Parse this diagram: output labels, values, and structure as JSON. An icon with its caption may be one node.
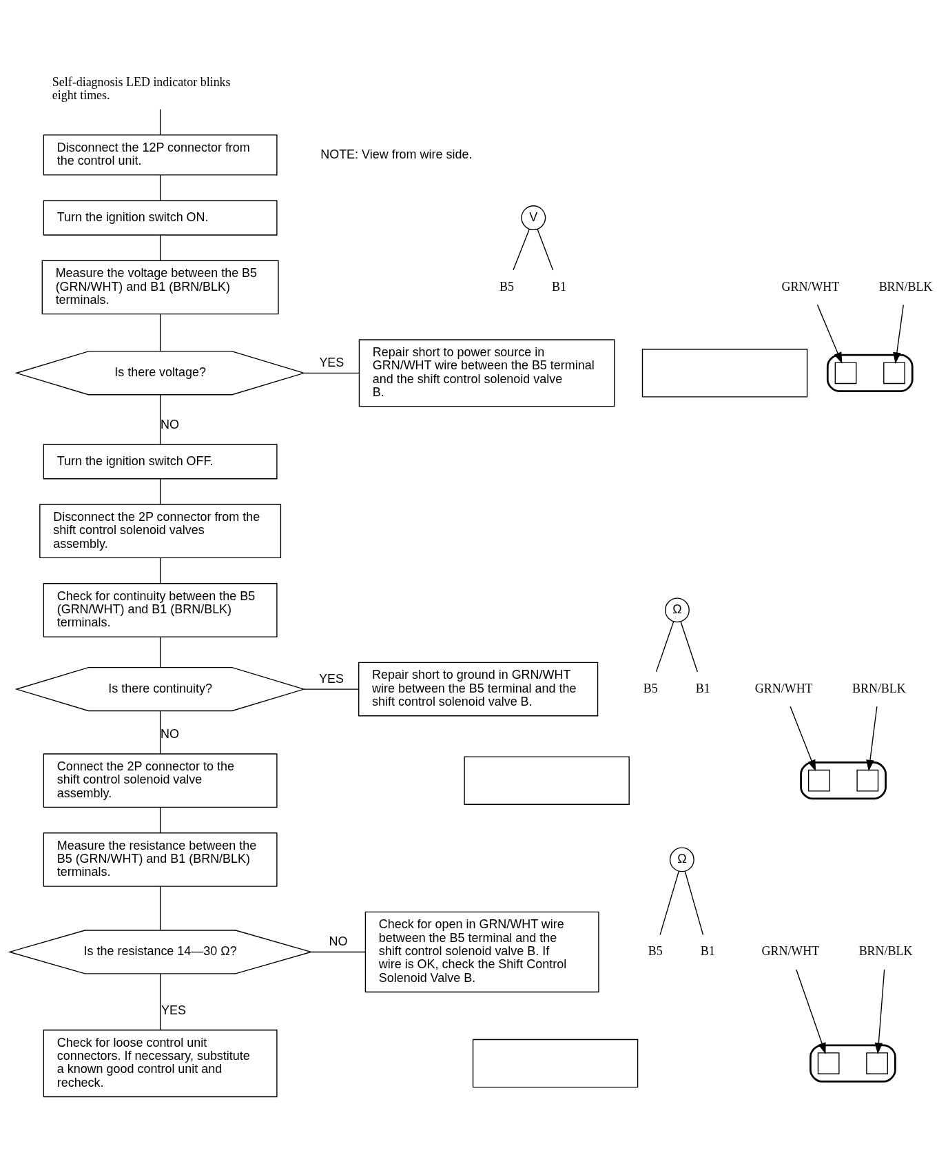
{
  "diagram": {
    "nodes": [
      {
        "text": [
          "Self-diagnosis LED indicator blinks eight times."
        ]
      },
      {
        "text": [
          "Disconnect the 12P connector from the control unit."
        ]
      },
      {
        "text": [
          "Turn the ignition switch ON."
        ]
      },
      {
        "text": [
          "Measure the voltage between the B5 (GRN/WHT) and B1 (BRN/BLK) terminals."
        ]
      },
      {
        "text": [
          "Is there voltage?"
        ]
      },
      {
        "text": [
          "Repair short to power source in GRN/WHT wire between the B5 terminal and the shift control solenoid valve B."
        ]
      },
      {
        "text": [
          "Turn the ignition switch OFF."
        ]
      },
      {
        "text": [
          "Disconnect the 2P connector from the shift control solenoid valves assembly."
        ]
      },
      {
        "text": [
          "Check for continuity between the B5 (GRN/WHT) and B1 (BRN/BLK) terminals."
        ]
      },
      {
        "text": [
          "Is there continuity?"
        ]
      },
      {
        "text": [
          "Repair short to ground in GRN/WHT wire between the B5 terminal and the shift control solenoid valve B."
        ]
      },
      {
        "text": [
          "Connect the 2P connector to the shift control solenoid valve assembly."
        ]
      },
      {
        "text": [
          "Measure the resistance between the B5 (GRN/WHT) and B1 (BRN/BLK) terminals."
        ]
      },
      {
        "text": [
          "Is the resistance 14—30 Ω?"
        ]
      },
      {
        "text": [
          "Check for open in GRN/WHT wire between the B5 terminal and the shift control solenoid valve B. If wire is OK, check the Shift Control Solenoid Valve B."
        ]
      },
      {
        "text": [
          "Check for loose control unit connectors. If necessary, substitute a known good control unit and recheck."
        ]
      },
      {
        "text": [
          "V"
        ]
      },
      {
        "text": [
          "GRN/WHT"
        ]
      },
      {
        "text": [
          "B5"
        ]
      },
      {
        "text": [
          "B1"
        ]
      },
      {
        "text": [
          "BRN/BLK"
        ]
      },
      {
        "text": [],
        "shape": "box"
      },
      {
        "text": [],
        "shape": "box"
      },
      {
        "text": [],
        "shape": "box",
        "in": 22
      },
      {
        "text": [],
        "shape": "box",
        "in": 22
      },
      {
        "text": [
          "Ω"
        ]
      },
      {
        "text": [
          "GRN/WHT"
        ]
      },
      {
        "text": [
          "B5"
        ]
      },
      {
        "text": [
          "B1"
        ]
      },
      {
        "text": [
          "BRN/BLK"
        ]
      },
      {
        "text": [],
        "shape": "box"
      },
      {
        "text": [],
        "shape": "box"
      },
      {
        "text": [],
        "shape": "box",
        "in": 31
      },
      {
        "text": [],
        "shape": "box",
        "in": 31
      },
      {
        "text": [
          "Ω"
        ]
      },
      {
        "text": [
          "GRN/WHT"
        ]
      },
      {
        "text": [
          "B5"
        ]
      },
      {
        "text": [
          "B1"
        ]
      },
      {
        "text": [
          "BRN/BLK"
        ]
      },
      {
        "text": [],
        "shape": "box"
      },
      {
        "text": [],
        "shape": "box"
      },
      {
        "text": [],
        "shape": "box",
        "in": 40
      },
      {
        "text": [],
        "shape": "box",
        "in": 40
      }
    ],
    "edges": [
      {
        "from": 0,
        "to": 1,
        "arrow": "none"
      },
      {
        "from": 1,
        "to": 2,
        "arrow": "none"
      },
      {
        "from": 2,
        "to": 3,
        "arrow": "none"
      },
      {
        "from": 3,
        "to": 4,
        "arrow": "none"
      },
      {
        "from": 4,
        "to": 5,
        "arrow": "none",
        "label": "YES"
      },
      {
        "from": 4,
        "to": 6,
        "arrow": "none",
        "label": "NO"
      },
      {
        "from": 6,
        "to": 7,
        "arrow": "none"
      },
      {
        "from": 7,
        "to": 8,
        "arrow": "none"
      },
      {
        "from": 8,
        "to": 9,
        "arrow": "none"
      },
      {
        "from": 9,
        "to": 10,
        "arrow": "none",
        "label": "YES"
      },
      {
        "from": 9,
        "to": 11,
        "arrow": "none",
        "label": "NO"
      },
      {
        "from": 11,
        "to": 12,
        "arrow": "none"
      },
      {
        "from": 12,
        "to": 13,
        "arrow": "none"
      },
      {
        "from": 13,
        "to": 14,
        "arrow": "none",
        "label": "NO"
      },
      {
        "from": 13,
        "to": 15,
        "arrow": "none",
        "label": "YES"
      },
      {
        "from": 16,
        "to": 18,
        "arrow": "none"
      },
      {
        "from": 16,
        "to": 19,
        "arrow": "none"
      },
      {
        "from": 17,
        "to": 23,
        "arrow": "to"
      },
      {
        "from": 20,
        "to": 24,
        "arrow": "to"
      },
      {
        "from": 25,
        "to": 27,
        "arrow": "none"
      },
      {
        "from": 25,
        "to": 28,
        "arrow": "none"
      },
      {
        "from": 26,
        "to": 32,
        "arrow": "to"
      },
      {
        "from": 29,
        "to": 33,
        "arrow": "to"
      },
      {
        "from": 34,
        "to": 36,
        "arrow": "none"
      },
      {
        "from": 34,
        "to": 37,
        "arrow": "none"
      },
      {
        "from": 35,
        "to": 41,
        "arrow": "to"
      },
      {
        "from": 38,
        "to": 42,
        "arrow": "to"
      }
    ],
    "labels": [
      "NOTE: View from wire side."
    ]
  }
}
